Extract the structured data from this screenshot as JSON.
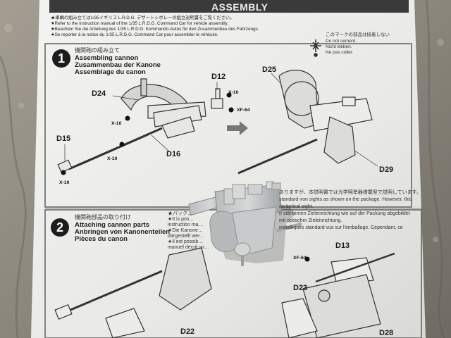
{
  "header": {
    "title": "ASSEMBLY"
  },
  "intro_notes": [
    "★車輌の組み立ては1/35イギリス L.R.D.G. デザートシボレーの組立説明書をご覧ください。",
    "★Refer to the instruction manual of the 1/35 L.R.D.G. Command Car for vehicle assembly.",
    "★Beachten Sie die Anleitung des 1/35 L.R.D.G. Kommando-Autos für den Zusammenbau des Fahrzeugs.",
    "★Se reporter à la notice du 1/35 L.R.D.G. Command Car pour assembler le véhicule."
  ],
  "no_cement": {
    "jp": "このマークの部品は接着しない",
    "en": "Do not cement.",
    "de": "Nicht kleben.",
    "fr": "Ne pas coller."
  },
  "step1": {
    "number": "1",
    "jp": "機関砲の組み立て",
    "en": "Assembling cannon",
    "de": "Zusammenbau der Kanone",
    "fr": "Assemblage du canon"
  },
  "step2": {
    "number": "2",
    "jp": "機関砲部品の取り付け",
    "en": "Attaching cannon parts",
    "de": "Anbringen von Kanonenteilen",
    "fr": "Pièces du canon"
  },
  "step2_notes": [
    "★バック…",
    "★It is pos…",
    "instruction ma…",
    "★Die Kanone…",
    "dargestellt wer…",
    "★Il est possib…",
    "manuel décrit un…"
  ],
  "step2_right_notes": [
    "ありますが、本説明書では光学照準器搭載型で説明しています。",
    "standard iron sights as shown on the package. However, this",
    "an optical sight.",
    "n stählernen Zieleinrichtung wie auf der Packung abgebildet",
    "mit optischer Zieleinrichtung.",
    "métalliques standard vus sur l'emballage. Cependant, ce"
  ],
  "part_labels": {
    "d12": "D12",
    "d24": "D24",
    "d25": "D25",
    "d15": "D15",
    "d16": "D16",
    "d29": "D29",
    "d13": "D13",
    "d23": "D23",
    "d22": "D22",
    "d28": "D28"
  },
  "markers": {
    "x10_a": "X-10",
    "x10_b": "X-10",
    "x10_c": "X-10",
    "x10_d": "X-10",
    "xf64_a": "XF-64",
    "xf64_b": "XF-64"
  },
  "icons": [
    "no-cement-mark-icon",
    "arrow-right-icon",
    "glue-drop-icon"
  ]
}
